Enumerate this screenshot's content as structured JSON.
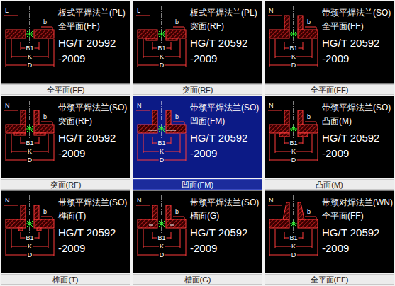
{
  "diagram": {
    "nodes": [
      {
        "text": [
          "板式平焊法兰(PL)",
          "全平面(FF)",
          "HG/T 20592 -2009"
        ]
      },
      {
        "text": [
          "全平面(FF)"
        ]
      },
      {
        "text": [
          "板式平焊法兰(PL)",
          "突面(RF)",
          "HG/T 20592 -2009"
        ]
      },
      {
        "text": [
          "突面(RF)"
        ]
      },
      {
        "text": [
          "带颈平焊法兰(SO)",
          "全平面(FF)",
          "HG/T 20592 -2009"
        ]
      },
      {
        "text": [
          "全平面(FF)"
        ]
      },
      {
        "text": [
          "带颈平焊法兰(SO)",
          "突面(RF)",
          "HG/T 20592 -2009"
        ]
      },
      {
        "text": [
          "突面(RF)"
        ]
      },
      {
        "text": [
          "带颈平焊法兰(SO)",
          "凹面(FM)",
          "HG/T 20592 -2009"
        ]
      },
      {
        "text": [
          "凹面(FM)"
        ]
      },
      {
        "text": [
          "带颈平焊法兰(SO)",
          "凸面(M)",
          "HG/T 20592 -2009"
        ]
      },
      {
        "text": [
          "凸面(M)"
        ]
      },
      {
        "text": [
          "带颈平焊法兰(SO)",
          "榫面(T)",
          "HG/T 20592 -2009"
        ]
      },
      {
        "text": [
          "榫面(T)"
        ]
      },
      {
        "text": [
          "带颈平焊法兰(SO)",
          "槽面(G)",
          "HG/T 20592 -2009"
        ]
      },
      {
        "text": [
          "槽面(G)"
        ]
      },
      {
        "text": [
          "带颈对焊法兰(WN)",
          "全平面(FF)",
          "HG/T 20592 -2009"
        ]
      },
      {
        "text": [
          "全平面(FF)"
        ]
      }
    ],
    "labels": [
      "L",
      "b",
      "B1",
      "K",
      "D",
      "L",
      "b",
      "B1",
      "K",
      "D",
      "N",
      "b",
      "B1",
      "K",
      "D",
      "N",
      "b",
      "B1",
      "K",
      "D",
      "N",
      "b",
      "B1",
      "K",
      "D",
      "N",
      "b",
      "B1",
      "K",
      "D",
      "N",
      "b",
      "B1",
      "K",
      "D",
      "N",
      "b",
      "B1",
      "K",
      "D",
      "N",
      "b",
      "B1",
      "K",
      "D"
    ]
  }
}
